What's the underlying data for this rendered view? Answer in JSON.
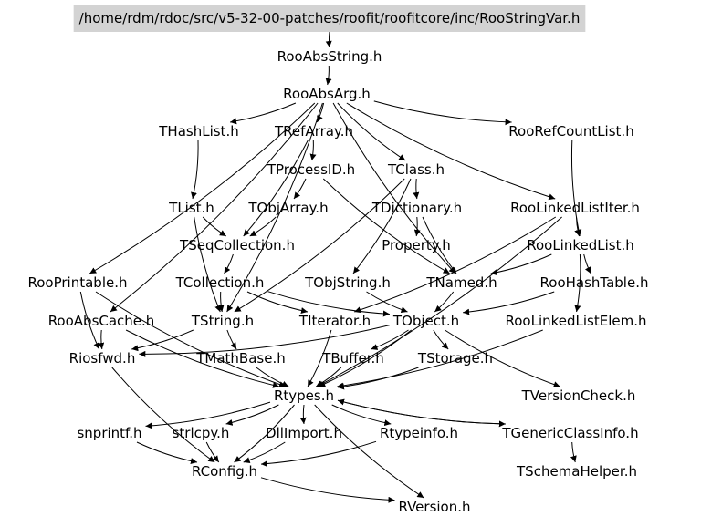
{
  "diagram": {
    "type": "include-dependency-graph",
    "nodes": [
      {
        "id": "root",
        "label": "/home/rdm/rdoc/src/v5-32-00-patches/roofit/roofitcore/inc/RooStringVar.h",
        "highlight": true
      },
      {
        "id": "RooAbsString",
        "label": "RooAbsString.h"
      },
      {
        "id": "RooAbsArg",
        "label": "RooAbsArg.h"
      },
      {
        "id": "THashList",
        "label": "THashList.h"
      },
      {
        "id": "TRefArray",
        "label": "TRefArray.h"
      },
      {
        "id": "RooRefCountList",
        "label": "RooRefCountList.h"
      },
      {
        "id": "TProcessID",
        "label": "TProcessID.h"
      },
      {
        "id": "TClass",
        "label": "TClass.h"
      },
      {
        "id": "TList",
        "label": "TList.h"
      },
      {
        "id": "TObjArray",
        "label": "TObjArray.h"
      },
      {
        "id": "TDictionary",
        "label": "TDictionary.h"
      },
      {
        "id": "RooLinkedListIter",
        "label": "RooLinkedListIter.h"
      },
      {
        "id": "TSeqCollection",
        "label": "TSeqCollection.h"
      },
      {
        "id": "Property",
        "label": "Property.h"
      },
      {
        "id": "RooLinkedList",
        "label": "RooLinkedList.h"
      },
      {
        "id": "RooPrintable",
        "label": "RooPrintable.h"
      },
      {
        "id": "TCollection",
        "label": "TCollection.h"
      },
      {
        "id": "TObjString",
        "label": "TObjString.h"
      },
      {
        "id": "TNamed",
        "label": "TNamed.h"
      },
      {
        "id": "RooHashTable",
        "label": "RooHashTable.h"
      },
      {
        "id": "RooAbsCache",
        "label": "RooAbsCache.h"
      },
      {
        "id": "TString",
        "label": "TString.h"
      },
      {
        "id": "TIterator",
        "label": "TIterator.h"
      },
      {
        "id": "TObject",
        "label": "TObject.h"
      },
      {
        "id": "RooLinkedListElem",
        "label": "RooLinkedListElem.h"
      },
      {
        "id": "Riosfwd",
        "label": "Riosfwd.h"
      },
      {
        "id": "TMathBase",
        "label": "TMathBase.h"
      },
      {
        "id": "TBuffer",
        "label": "TBuffer.h"
      },
      {
        "id": "TStorage",
        "label": "TStorage.h"
      },
      {
        "id": "Rtypes",
        "label": "Rtypes.h"
      },
      {
        "id": "TVersionCheck",
        "label": "TVersionCheck.h"
      },
      {
        "id": "snprintf",
        "label": "snprintf.h"
      },
      {
        "id": "strlcpy",
        "label": "strlcpy.h"
      },
      {
        "id": "DllImport",
        "label": "DllImport.h"
      },
      {
        "id": "Rtypeinfo",
        "label": "Rtypeinfo.h"
      },
      {
        "id": "TGenericClassInfo",
        "label": "TGenericClassInfo.h"
      },
      {
        "id": "RConfig",
        "label": "RConfig.h"
      },
      {
        "id": "TSchemaHelper",
        "label": "TSchemaHelper.h"
      },
      {
        "id": "RVersion",
        "label": "RVersion.h"
      }
    ],
    "edges": [
      [
        "root",
        "RooAbsString"
      ],
      [
        "RooAbsString",
        "RooAbsArg"
      ],
      [
        "RooAbsArg",
        "THashList"
      ],
      [
        "RooAbsArg",
        "TRefArray"
      ],
      [
        "RooAbsArg",
        "RooRefCountList"
      ],
      [
        "RooAbsArg",
        "RooPrintable"
      ],
      [
        "RooAbsArg",
        "TNamed"
      ],
      [
        "RooAbsArg",
        "TString"
      ],
      [
        "RooAbsArg",
        "RooAbsCache"
      ],
      [
        "RooAbsArg",
        "TClass"
      ],
      [
        "RooAbsArg",
        "RooLinkedListIter"
      ],
      [
        "THashList",
        "TList"
      ],
      [
        "TRefArray",
        "TProcessID"
      ],
      [
        "TRefArray",
        "TSeqCollection"
      ],
      [
        "RooRefCountList",
        "RooLinkedList"
      ],
      [
        "TProcessID",
        "TObjArray"
      ],
      [
        "TProcessID",
        "TNamed"
      ],
      [
        "TClass",
        "TDictionary"
      ],
      [
        "TClass",
        "TString"
      ],
      [
        "TClass",
        "TObjString"
      ],
      [
        "TList",
        "TSeqCollection"
      ],
      [
        "TList",
        "TString"
      ],
      [
        "TObjArray",
        "TSeqCollection"
      ],
      [
        "TDictionary",
        "Property"
      ],
      [
        "TDictionary",
        "TNamed"
      ],
      [
        "RooLinkedListIter",
        "RooLinkedList"
      ],
      [
        "RooLinkedListIter",
        "TIterator"
      ],
      [
        "RooLinkedListIter",
        "Rtypes"
      ],
      [
        "TSeqCollection",
        "TCollection"
      ],
      [
        "RooLinkedList",
        "TNamed"
      ],
      [
        "RooLinkedList",
        "RooHashTable"
      ],
      [
        "RooLinkedList",
        "RooLinkedListElem"
      ],
      [
        "RooPrintable",
        "Riosfwd"
      ],
      [
        "RooPrintable",
        "Rtypes"
      ],
      [
        "TCollection",
        "TString"
      ],
      [
        "TCollection",
        "TIterator"
      ],
      [
        "TCollection",
        "TObject"
      ],
      [
        "TObjString",
        "TObject"
      ],
      [
        "TNamed",
        "TObject"
      ],
      [
        "RooHashTable",
        "TObject"
      ],
      [
        "RooAbsCache",
        "Riosfwd"
      ],
      [
        "RooAbsCache",
        "Rtypes"
      ],
      [
        "TString",
        "TMathBase"
      ],
      [
        "TString",
        "Riosfwd"
      ],
      [
        "TIterator",
        "Rtypes"
      ],
      [
        "TObject",
        "Riosfwd"
      ],
      [
        "TObject",
        "TBuffer"
      ],
      [
        "TObject",
        "TStorage"
      ],
      [
        "TObject",
        "TVersionCheck"
      ],
      [
        "TObject",
        "Rtypes"
      ],
      [
        "RooLinkedListElem",
        "Rtypes"
      ],
      [
        "Riosfwd",
        "RConfig"
      ],
      [
        "TMathBase",
        "Rtypes"
      ],
      [
        "TBuffer",
        "Rtypes"
      ],
      [
        "TStorage",
        "Rtypes"
      ],
      [
        "Rtypes",
        "snprintf"
      ],
      [
        "Rtypes",
        "strlcpy"
      ],
      [
        "Rtypes",
        "DllImport"
      ],
      [
        "Rtypes",
        "Rtypeinfo"
      ],
      [
        "Rtypes",
        "TGenericClassInfo"
      ],
      [
        "Rtypes",
        "RConfig"
      ],
      [
        "Rtypes",
        "RVersion"
      ],
      [
        "snprintf",
        "RConfig"
      ],
      [
        "strlcpy",
        "RConfig"
      ],
      [
        "DllImport",
        "RConfig"
      ],
      [
        "Rtypeinfo",
        "RConfig"
      ],
      [
        "TGenericClassInfo",
        "TSchemaHelper"
      ],
      [
        "TGenericClassInfo",
        "Rtypes"
      ],
      [
        "RConfig",
        "RVersion"
      ]
    ]
  }
}
